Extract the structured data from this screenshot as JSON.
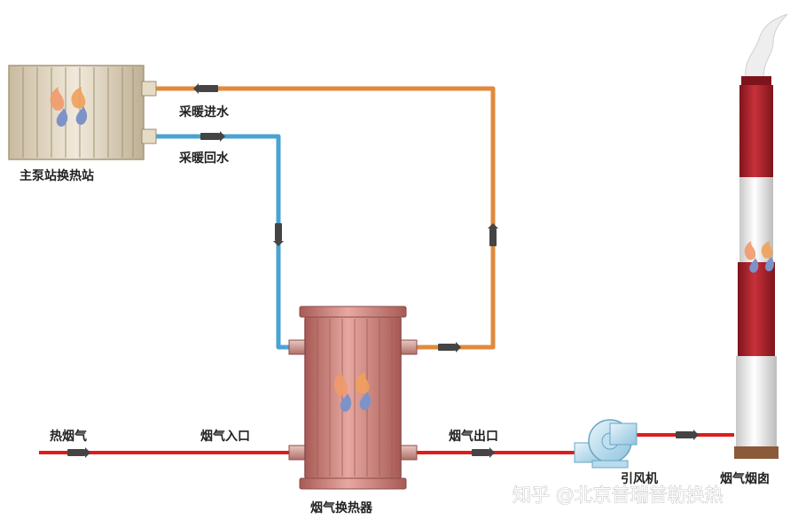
{
  "labels": {
    "main_station": "主泵站换热站",
    "supply_water": "采暖进水",
    "return_water": "采暖回水",
    "hot_flue_gas": "热烟气",
    "flue_gas_inlet": "烟气入口",
    "flue_gas_outlet": "烟气出口",
    "heat_exchanger": "烟气换热器",
    "induced_fan": "引风机",
    "chimney": "烟气烟囱"
  },
  "watermark": "知乎 @北京普瑞普勒换热",
  "colors": {
    "supply_pipe": "#e08a3c",
    "return_pipe": "#4aa3d0",
    "flue_pipe": "#e01b1b",
    "exchanger_body": "#c97a74",
    "chimney_red": "#b3232d",
    "chimney_white": "#f2f2f2"
  },
  "icons": [
    "flame-water-logo-icon",
    "flow-arrow-icon",
    "smoke-plume-icon",
    "fan-icon"
  ]
}
